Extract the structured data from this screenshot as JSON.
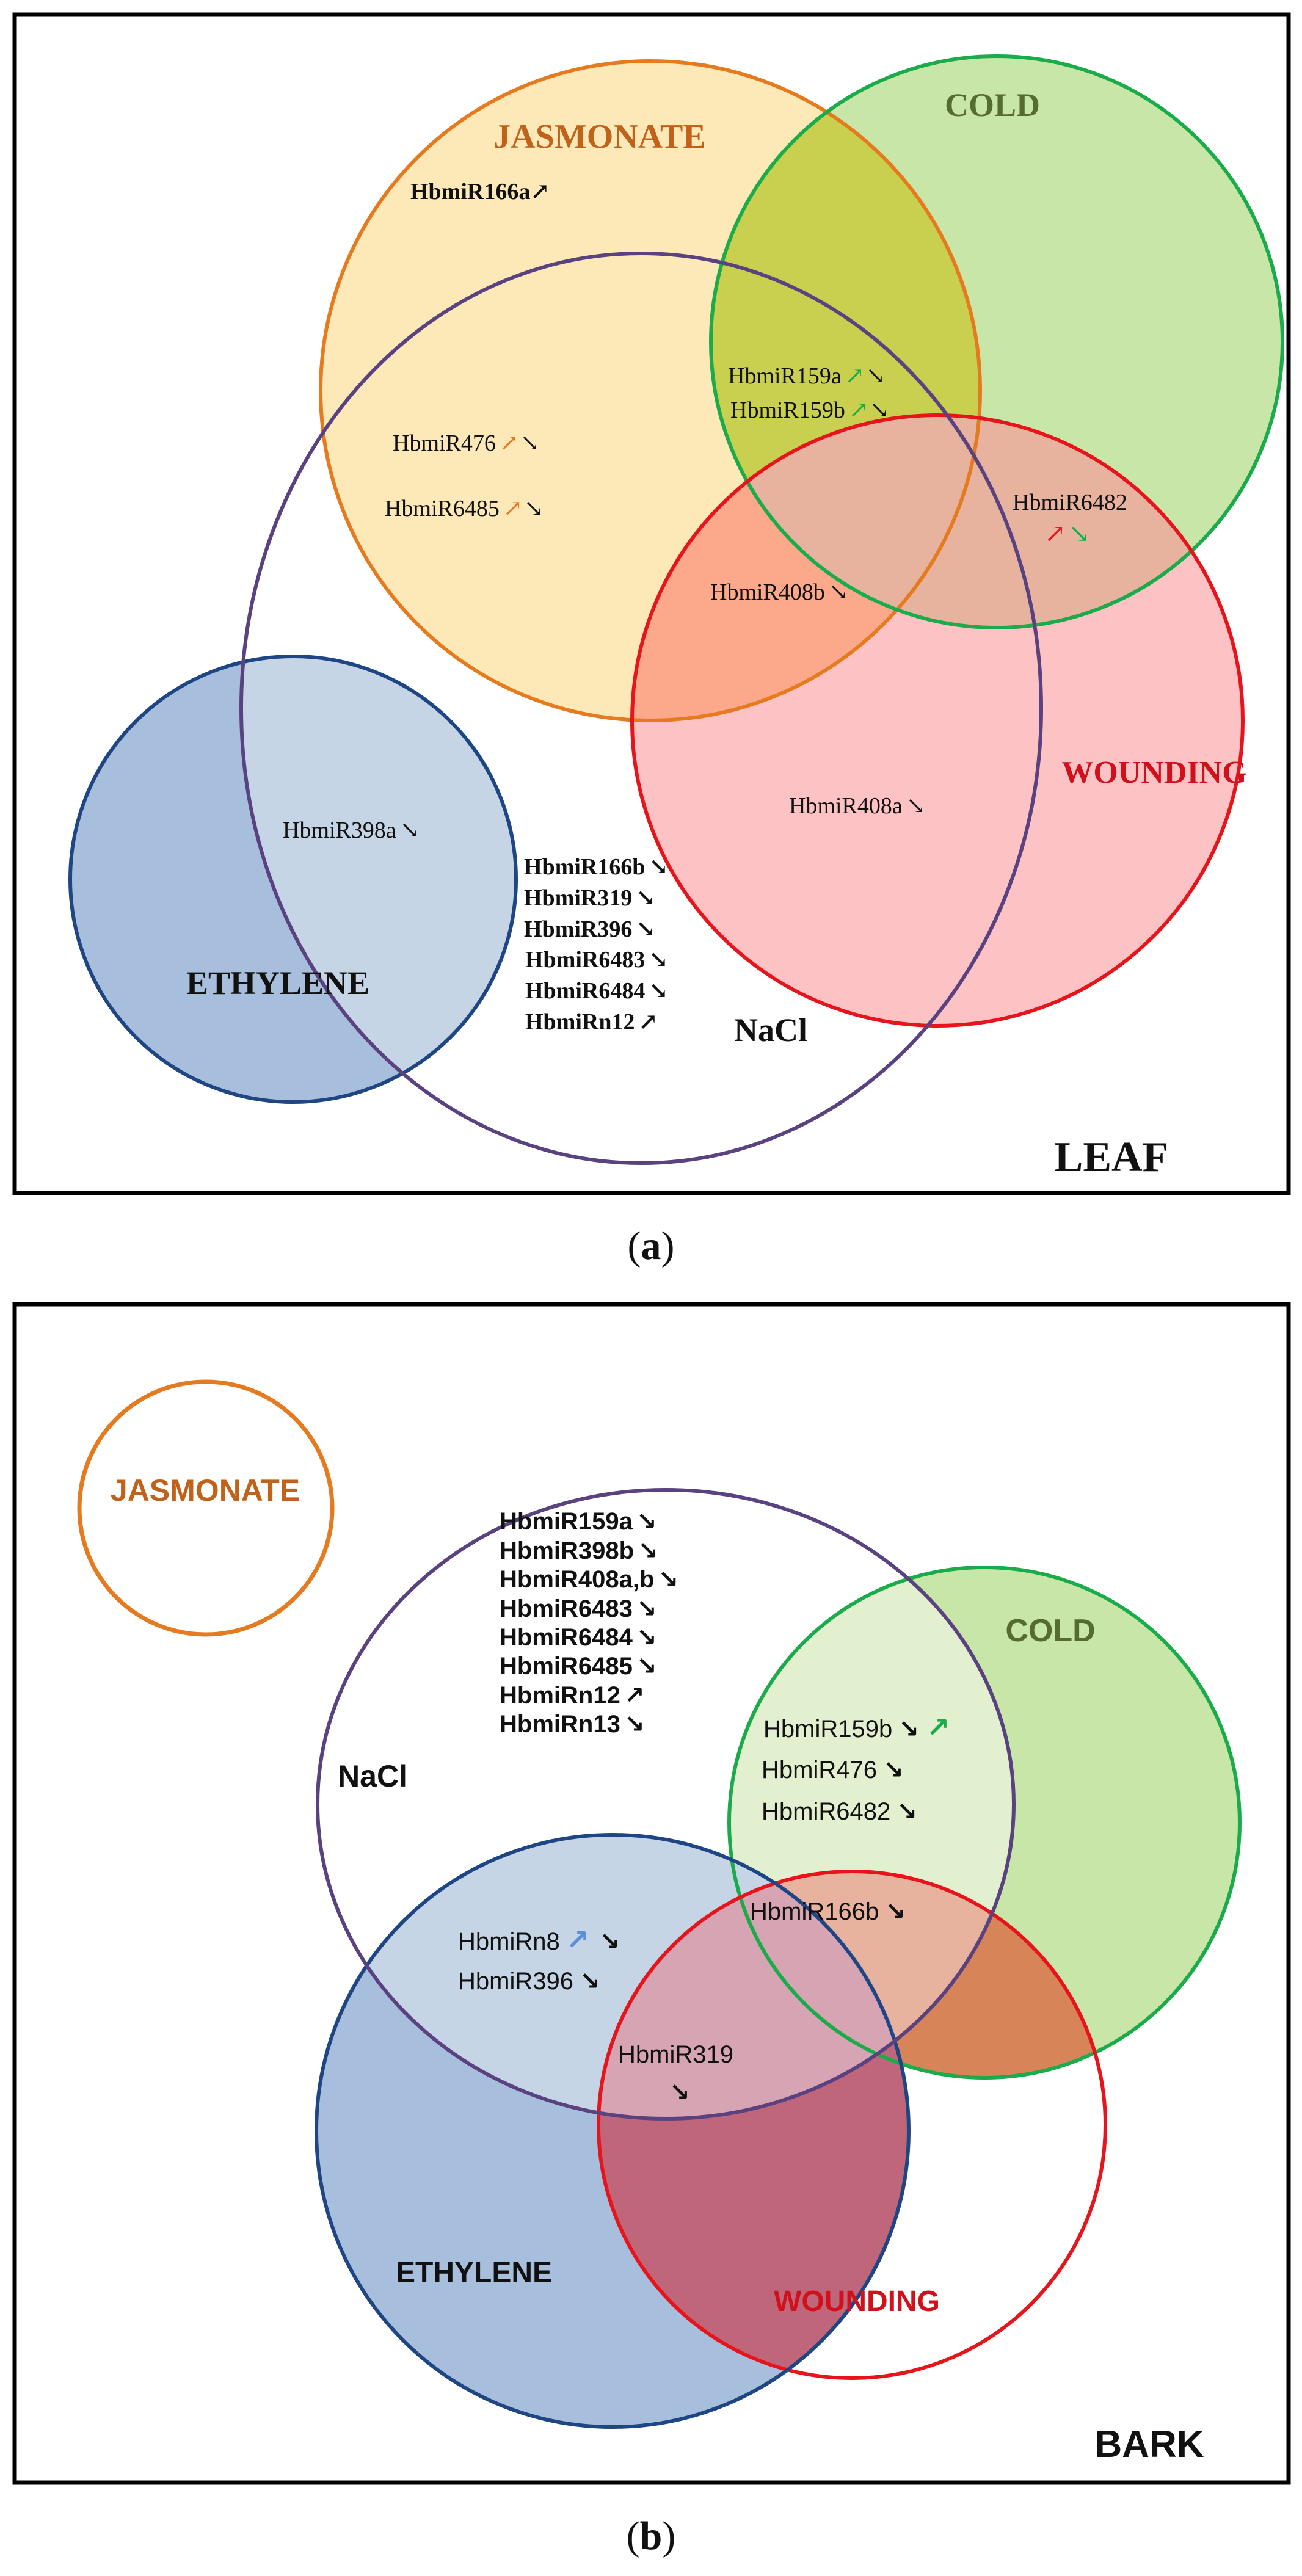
{
  "panel_a": {
    "caption_letter": "a",
    "tissue": "LEAF",
    "sets": {
      "jasmonate": "JASMONATE",
      "cold": "COLD",
      "wounding": "WOUNDING",
      "ethylene": "ETHYLENE",
      "nacl": "NaCl"
    },
    "mirnas": {
      "m166a": "HbmiR166a",
      "m159a": "HbmiR159a",
      "m159b": "HbmiR159b",
      "m476": "HbmiR476",
      "m6485": "HbmiR6485",
      "m6482": "HbmiR6482",
      "m408b": "HbmiR408b",
      "m408a": "HbmiR408a",
      "m398a": "HbmiR398a",
      "m166b": "HbmiR166b",
      "m319": "HbmiR319",
      "m396": "HbmiR396",
      "m6483": "HbmiR6483",
      "m6484": "HbmiR6484",
      "mn12": "HbmiRn12"
    },
    "arrows": {
      "up": "↗",
      "down": "↘"
    }
  },
  "panel_b": {
    "caption_letter": "b",
    "tissue": "BARK",
    "sets": {
      "jasmonate": "JASMONATE",
      "cold": "COLD",
      "wounding": "WOUNDING",
      "ethylene": "ETHYLENE",
      "nacl": "NaCl"
    },
    "mirnas": {
      "m159a": "HbmiR159a",
      "m398b": "HbmiR398b",
      "m408ab": "HbmiR408a,b",
      "m6483": "HbmiR6483",
      "m6484": "HbmiR6484",
      "m6485": "HbmiR6485",
      "mn12": "HbmiRn12",
      "mn13": "HbmiRn13",
      "m159b": "HbmiR159b",
      "m476": "HbmiR476",
      "m6482": "HbmiR6482",
      "m166b": "HbmiR166b",
      "mn8": "HbmiRn8",
      "m396": "HbmiR396",
      "m319": "HbmiR319"
    },
    "arrows": {
      "up": "↗",
      "down": "↘"
    }
  },
  "colors": {
    "jasmonate": "#e57a1e",
    "cold": "#1aab4a",
    "wounding": "#e8141c",
    "ethylene": "#1e4684",
    "nacl": "#5a4280",
    "jasmonate_label": "#c0621a",
    "cold_label": "#556b2f",
    "wounding_label": "#d0101a",
    "cold_fill": "#c8e6a8",
    "jas_fill": "#fde8b4",
    "eth_fill": "#a7bfdd",
    "wound_fill": "#fdbdbf",
    "arrow_orange": "#e57a1e",
    "arrow_green": "#1aab4a",
    "arrow_red": "#e8141c",
    "arrow_blue": "#5b8fd6"
  }
}
